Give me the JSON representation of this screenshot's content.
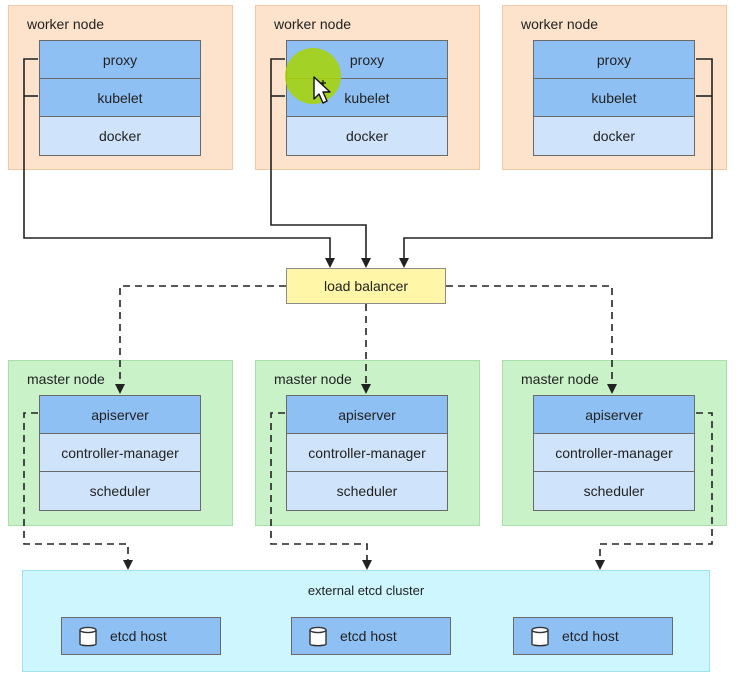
{
  "workers": [
    {
      "title": "worker node",
      "components": [
        "proxy",
        "kubelet",
        "docker"
      ]
    },
    {
      "title": "worker node",
      "components": [
        "proxy",
        "kubelet",
        "docker"
      ]
    },
    {
      "title": "worker node",
      "components": [
        "proxy",
        "kubelet",
        "docker"
      ]
    }
  ],
  "load_balancer": {
    "label": "load balancer"
  },
  "masters": [
    {
      "title": "master node",
      "components": [
        "apiserver",
        "controller-manager",
        "scheduler"
      ]
    },
    {
      "title": "master node",
      "components": [
        "apiserver",
        "controller-manager",
        "scheduler"
      ]
    },
    {
      "title": "master node",
      "components": [
        "apiserver",
        "controller-manager",
        "scheduler"
      ]
    }
  ],
  "etcd": {
    "title": "external etcd cluster",
    "hosts": [
      "etcd host",
      "etcd host",
      "etcd host"
    ]
  },
  "colors": {
    "worker_bg": "#fde2cc",
    "master_bg": "#c9f2c9",
    "component_dark": "#8fc0f3",
    "component_light": "#cfe4fb",
    "load_balancer_bg": "#fff6a8",
    "etcd_bg": "#cdf6ff",
    "cursor_highlight": "#a8d400"
  }
}
